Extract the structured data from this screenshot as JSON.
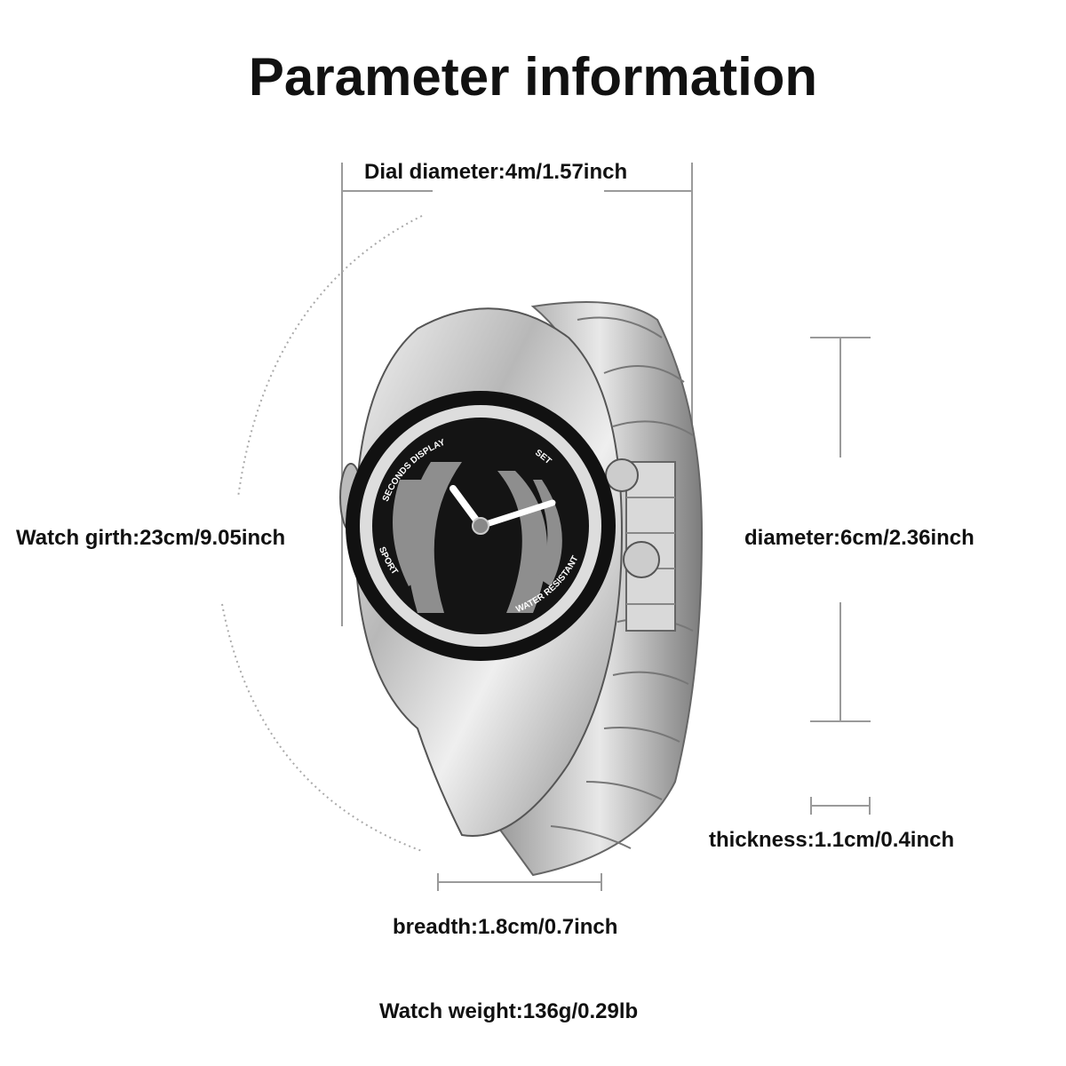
{
  "title": "Parameter information",
  "labels": {
    "dial_diameter": "Dial diameter:4m/1.57inch",
    "watch_girth": "Watch girth:23cm/9.05inch",
    "diameter": "diameter:6cm/2.36inch",
    "thickness": "thickness:1.1cm/0.4inch",
    "breadth": "breadth:1.8cm/0.7inch",
    "weight": "Watch weight:136g/0.29lb"
  },
  "dial_text": {
    "top": "SET",
    "left": "SECONDS DISPLAY",
    "right": "WATER RESISTANT",
    "bottom": "SPORT"
  }
}
